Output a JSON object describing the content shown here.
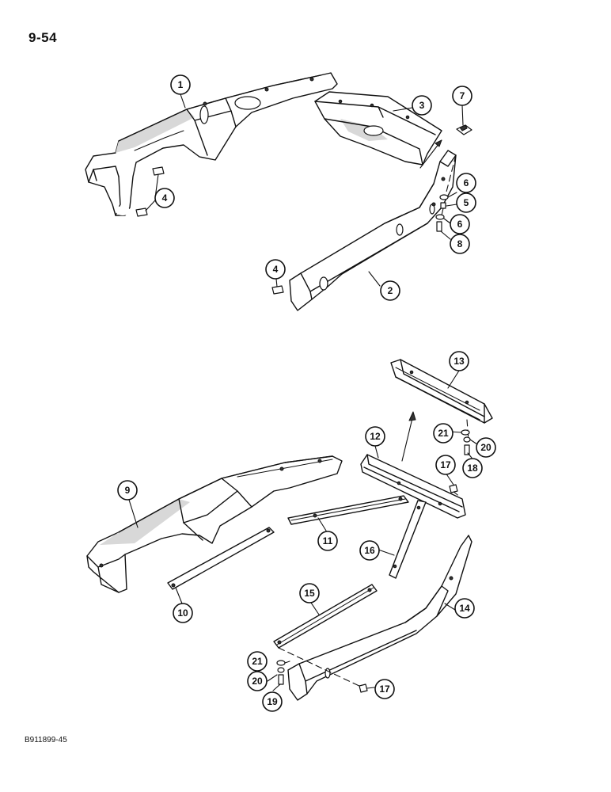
{
  "page": {
    "number": "9-54",
    "figure_id": "B911899-45"
  },
  "callouts": {
    "c1": "1",
    "c2": "2",
    "c3": "3",
    "c4a": "4",
    "c4b": "4",
    "c5": "5",
    "c6a": "6",
    "c6b": "6",
    "c7": "7",
    "c8": "8",
    "c9": "9",
    "c10": "10",
    "c11": "11",
    "c12": "12",
    "c13": "13",
    "c14": "14",
    "c15": "15",
    "c16": "16",
    "c17a": "17",
    "c17b": "17",
    "c18": "18",
    "c19": "19",
    "c20a": "20",
    "c20b": "20",
    "c21a": "21",
    "c21b": "21"
  }
}
